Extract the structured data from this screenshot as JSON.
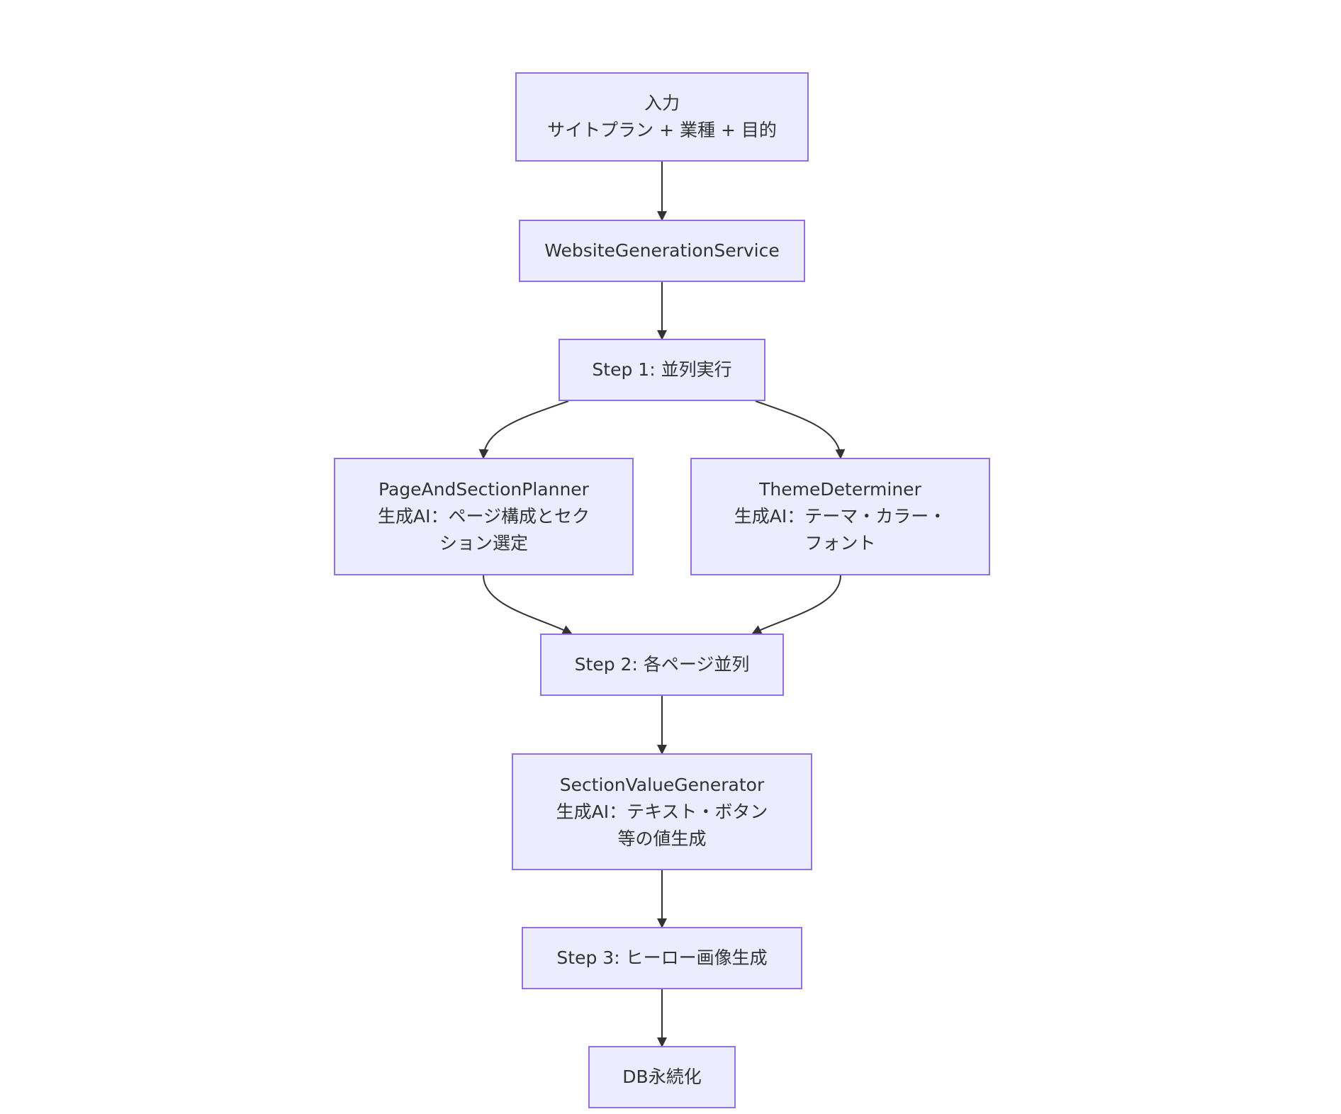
{
  "nodes": {
    "input": {
      "lines": [
        "入力",
        "サイトプラン + 業種 + 目的"
      ]
    },
    "service": {
      "lines": [
        "WebsiteGenerationService"
      ]
    },
    "step1": {
      "lines": [
        "Step 1: 並列実行"
      ]
    },
    "planner": {
      "lines": [
        "PageAndSectionPlanner",
        "生成AI：ページ構成とセク",
        "ション選定"
      ]
    },
    "theme": {
      "lines": [
        "ThemeDeterminer",
        "生成AI：テーマ・カラー・",
        "フォント"
      ]
    },
    "step2": {
      "lines": [
        "Step 2: 各ページ並列"
      ]
    },
    "generator": {
      "lines": [
        "SectionValueGenerator",
        "生成AI：テキスト・ボタン",
        "等の値生成"
      ]
    },
    "step3": {
      "lines": [
        "Step 3: ヒーロー画像生成"
      ]
    },
    "db": {
      "lines": [
        "DB永続化"
      ]
    }
  },
  "edges": [
    [
      "input",
      "service"
    ],
    [
      "service",
      "step1"
    ],
    [
      "step1",
      "planner"
    ],
    [
      "step1",
      "theme"
    ],
    [
      "planner",
      "step2"
    ],
    [
      "theme",
      "step2"
    ],
    [
      "step2",
      "generator"
    ],
    [
      "generator",
      "step3"
    ],
    [
      "step3",
      "db"
    ]
  ],
  "colors": {
    "node_fill": "#ececff",
    "node_border": "#9370db",
    "edge": "#333333",
    "text": "#333333"
  }
}
